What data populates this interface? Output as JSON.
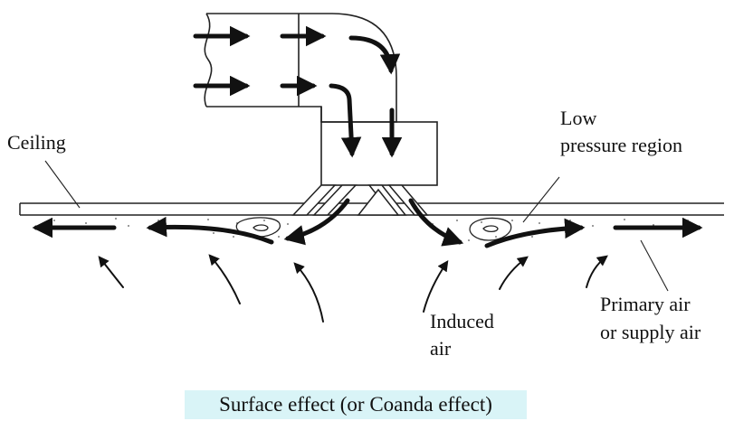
{
  "labels": {
    "ceiling": "Ceiling",
    "low_pressure_line1": "Low",
    "low_pressure_line2": "pressure region",
    "induced_line1": "Induced",
    "induced_line2": "air",
    "primary_line1": "Primary air",
    "primary_line2": "or supply air"
  },
  "caption": "Surface effect (or Coanda effect)",
  "colors": {
    "ink": "#111111",
    "caption_bg": "#d9f4f7",
    "background": "#ffffff"
  }
}
